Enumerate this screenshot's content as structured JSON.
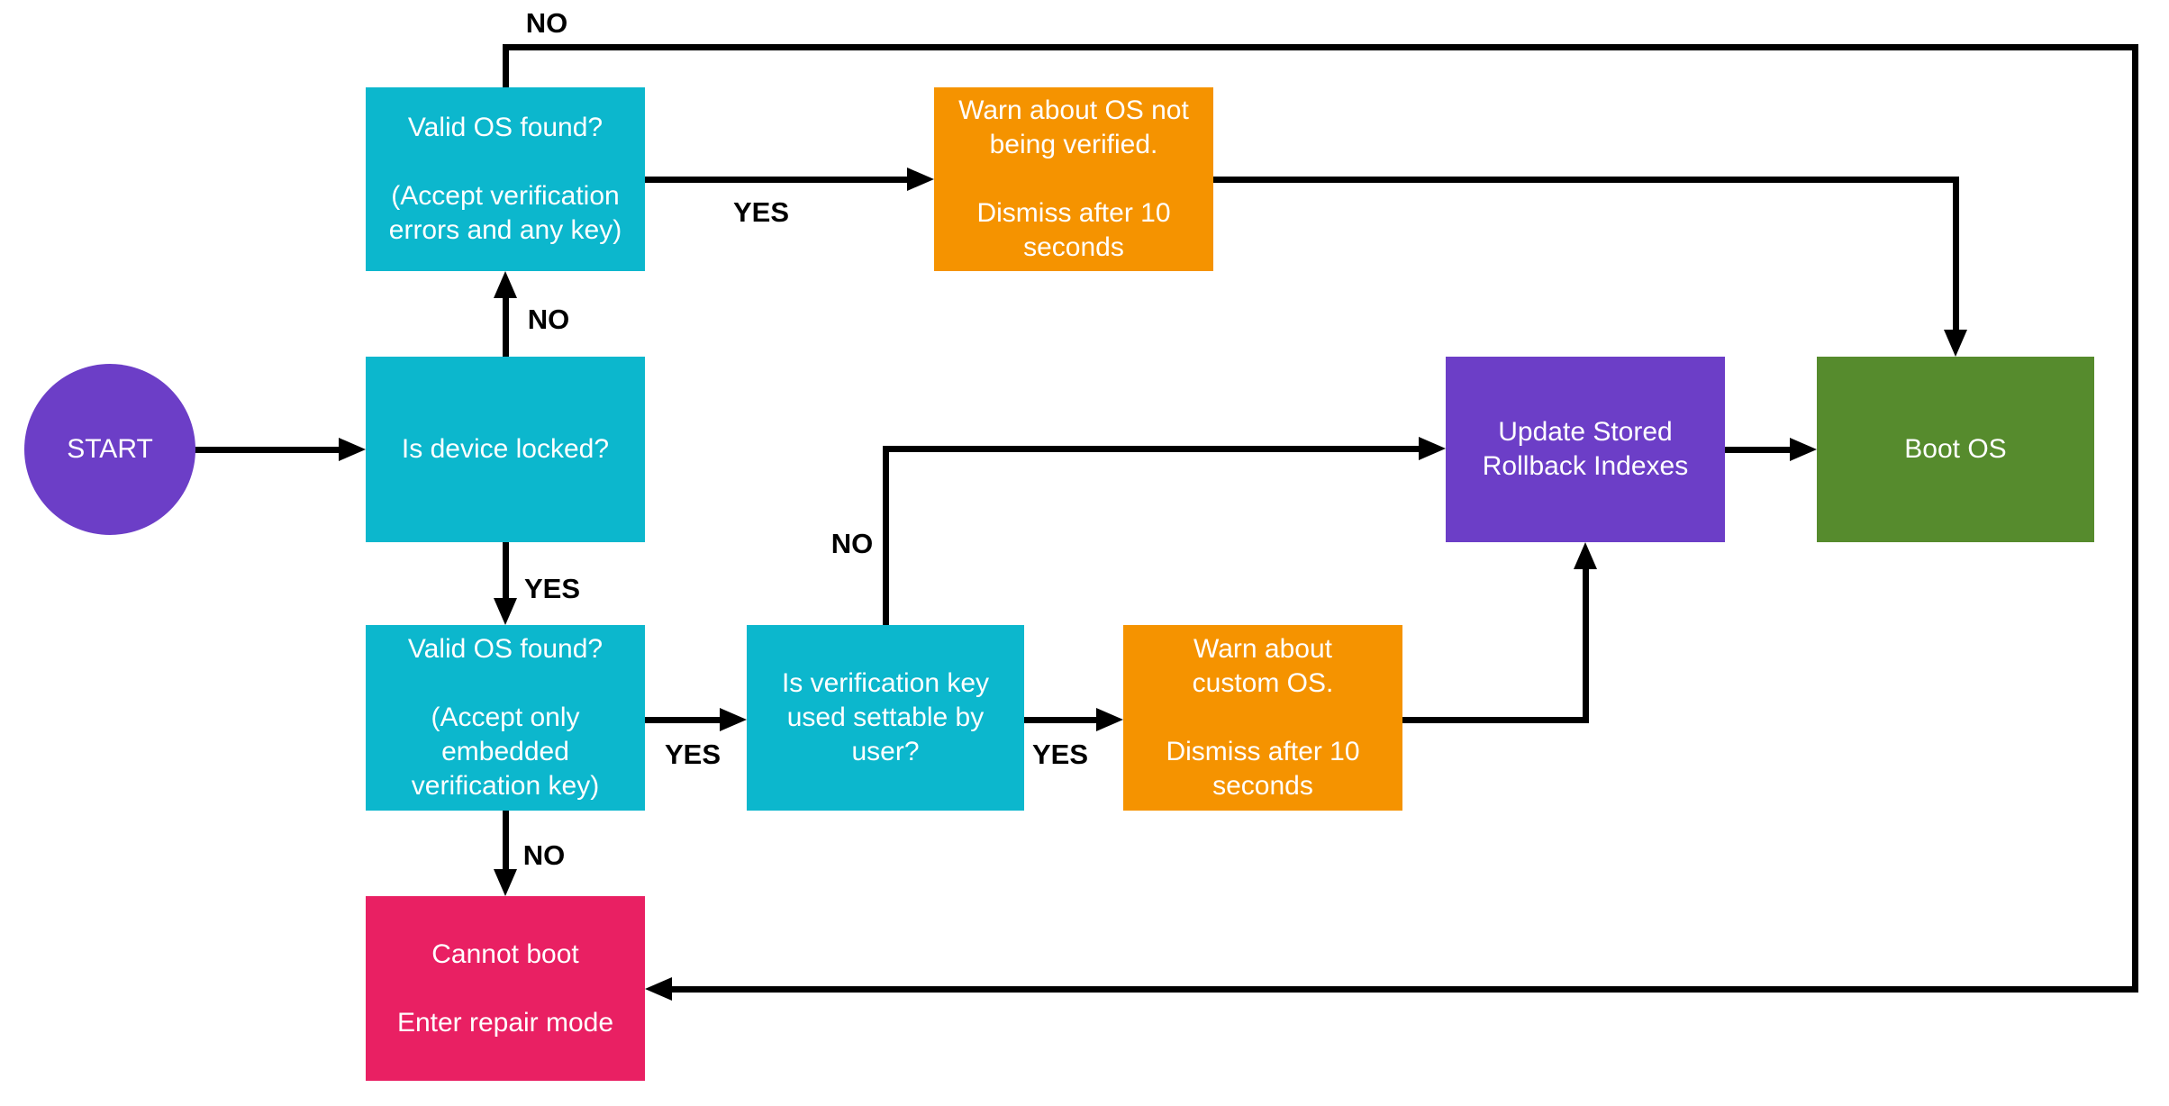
{
  "diagram": {
    "type": "flowchart",
    "subject": "OS boot verification flow",
    "background": "#ffffff",
    "colors": {
      "decision": "#0cb7cd",
      "warning": "#f59300",
      "terminal_start": "#6c3ec7",
      "process": "#6c3ec7",
      "success": "#568b2d",
      "error": "#e92063",
      "line": "#000000",
      "node_text": "#ffffff",
      "edge_label_text": "#000000"
    },
    "nodes": {
      "start": {
        "label": "START",
        "shape": "ellipse",
        "color": "#6c3ec7"
      },
      "is_device_locked": {
        "label": "Is device locked?",
        "shape": "rect",
        "color": "#0cb7cd"
      },
      "valid_os_any_key": {
        "label": "Valid OS found?\n\n(Accept verification\nerrors and any key)",
        "shape": "rect",
        "color": "#0cb7cd"
      },
      "valid_os_embedded_key": {
        "label": "Valid OS found?\n\n(Accept only\nembedded\nverification key)",
        "shape": "rect",
        "color": "#0cb7cd"
      },
      "is_key_settable": {
        "label": "Is verification key\nused settable by\nuser?",
        "shape": "rect",
        "color": "#0cb7cd"
      },
      "warn_not_verified": {
        "label": "Warn about OS not\nbeing verified.\n\nDismiss after 10\nseconds",
        "shape": "rect",
        "color": "#f59300"
      },
      "warn_custom": {
        "label": "Warn about\ncustom OS.\n\nDismiss after 10\nseconds",
        "shape": "rect",
        "color": "#f59300"
      },
      "update_rollback": {
        "label": "Update Stored\nRollback Indexes",
        "shape": "rect",
        "color": "#6c3ec7"
      },
      "boot_os": {
        "label": "Boot OS",
        "shape": "rect",
        "color": "#568b2d"
      },
      "cannot_boot": {
        "label": "Cannot boot\n\nEnter repair mode",
        "shape": "rect",
        "color": "#e92063"
      }
    },
    "edges": [
      {
        "from": "start",
        "to": "is_device_locked",
        "label": ""
      },
      {
        "from": "is_device_locked",
        "to": "valid_os_any_key",
        "label": "NO"
      },
      {
        "from": "is_device_locked",
        "to": "valid_os_embedded_key",
        "label": "YES"
      },
      {
        "from": "valid_os_any_key",
        "to": "warn_not_verified",
        "label": "YES"
      },
      {
        "from": "valid_os_any_key",
        "to": "cannot_boot",
        "label": "NO"
      },
      {
        "from": "valid_os_embedded_key",
        "to": "is_key_settable",
        "label": "YES"
      },
      {
        "from": "valid_os_embedded_key",
        "to": "cannot_boot",
        "label": "NO"
      },
      {
        "from": "is_key_settable",
        "to": "update_rollback",
        "label": "NO"
      },
      {
        "from": "is_key_settable",
        "to": "warn_custom",
        "label": "YES"
      },
      {
        "from": "warn_custom",
        "to": "update_rollback",
        "label": ""
      },
      {
        "from": "warn_not_verified",
        "to": "boot_os",
        "label": ""
      },
      {
        "from": "update_rollback",
        "to": "boot_os",
        "label": ""
      }
    ]
  }
}
